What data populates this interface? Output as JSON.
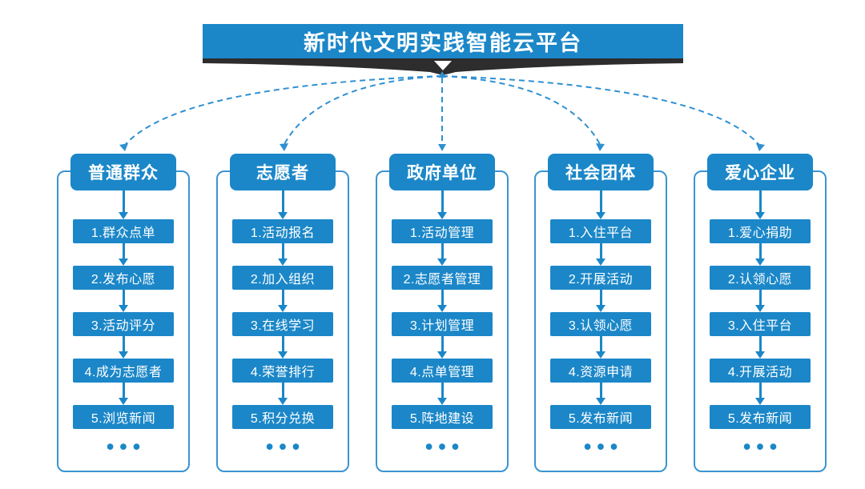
{
  "title": {
    "text": "新时代文明实践智能云平台"
  },
  "colors": {
    "primary_blue": "#1b87c8",
    "dash_blue": "#2f90d1",
    "ribbon_dark": "#2d2d2d",
    "background": "#ffffff"
  },
  "columns": [
    {
      "header": "普通群众",
      "steps": [
        "1.群众点单",
        "2.发布心愿",
        "3.活动评分",
        "4.成为志愿者",
        "5.浏览新闻"
      ],
      "more": "•••"
    },
    {
      "header": "志愿者",
      "steps": [
        "1.活动报名",
        "2.加入组织",
        "3.在线学习",
        "4.荣誉排行",
        "5.积分兑换"
      ],
      "more": "•••"
    },
    {
      "header": "政府单位",
      "steps": [
        "1.活动管理",
        "2.志愿者管理",
        "3.计划管理",
        "4.点单管理",
        "5.阵地建设"
      ],
      "more": "•••"
    },
    {
      "header": "社会团体",
      "steps": [
        "1.入住平台",
        "2.开展活动",
        "3.认领心愿",
        "4.资源申请",
        "5.发布新闻"
      ],
      "more": "•••"
    },
    {
      "header": "爱心企业",
      "steps": [
        "1.爱心捐助",
        "2.认领心愿",
        "3.入住平台",
        "4.开展活动",
        "5.发布新闻"
      ],
      "more": "•••"
    }
  ]
}
